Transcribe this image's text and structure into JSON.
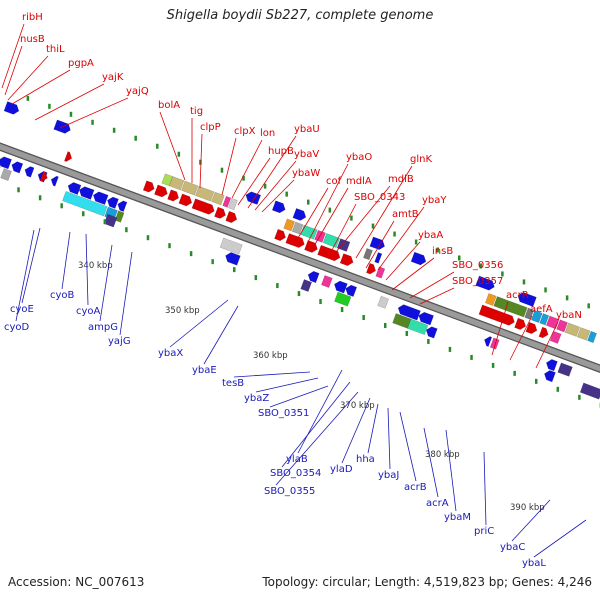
{
  "title": "Shigella boydii Sb227, complete genome",
  "footer": {
    "accession": "Accession: NC_007613",
    "topology": "Topology: circular; Length: 4,519,823 bp; Genes: 4,246"
  },
  "colors": {
    "top_label": "#dd0000",
    "bottom_label": "#1a1ab8",
    "backbone": "#9a9a9a",
    "tick": "#2a8a2a",
    "tick_label": "#333333"
  },
  "scale_ticks": [
    "340 kbp",
    "350 kbp",
    "360 kbp",
    "370 kbp",
    "380 kbp",
    "390 kbp"
  ],
  "top_genes": [
    "ribH",
    "nusB",
    "thiL",
    "pgpA",
    "yajK",
    "yajQ",
    "bolA",
    "tig",
    "clpP",
    "clpX",
    "lon",
    "hupB",
    "ybaU",
    "ybaV",
    "ybaW",
    "cof",
    "ybaO",
    "mdlA",
    "mdlB",
    "glnK",
    "SBO_0343",
    "amtB",
    "ybaY",
    "ybaA",
    "insB",
    "SBO_0356",
    "SBO_0357",
    "acrR",
    "aefA",
    "ybaN"
  ],
  "bottom_genes": [
    "cyoE",
    "cyoD",
    "cyoB",
    "cyoA",
    "ampG",
    "yajG",
    "ybaX",
    "ybaE",
    "tesB",
    "ybaZ",
    "SBO_0351",
    "ylaB",
    "SBO_0354",
    "SBO_0355",
    "ylaD",
    "hha",
    "ybaJ",
    "acrB",
    "acrA",
    "ybaM",
    "priC",
    "ybaC",
    "ybaL"
  ]
}
